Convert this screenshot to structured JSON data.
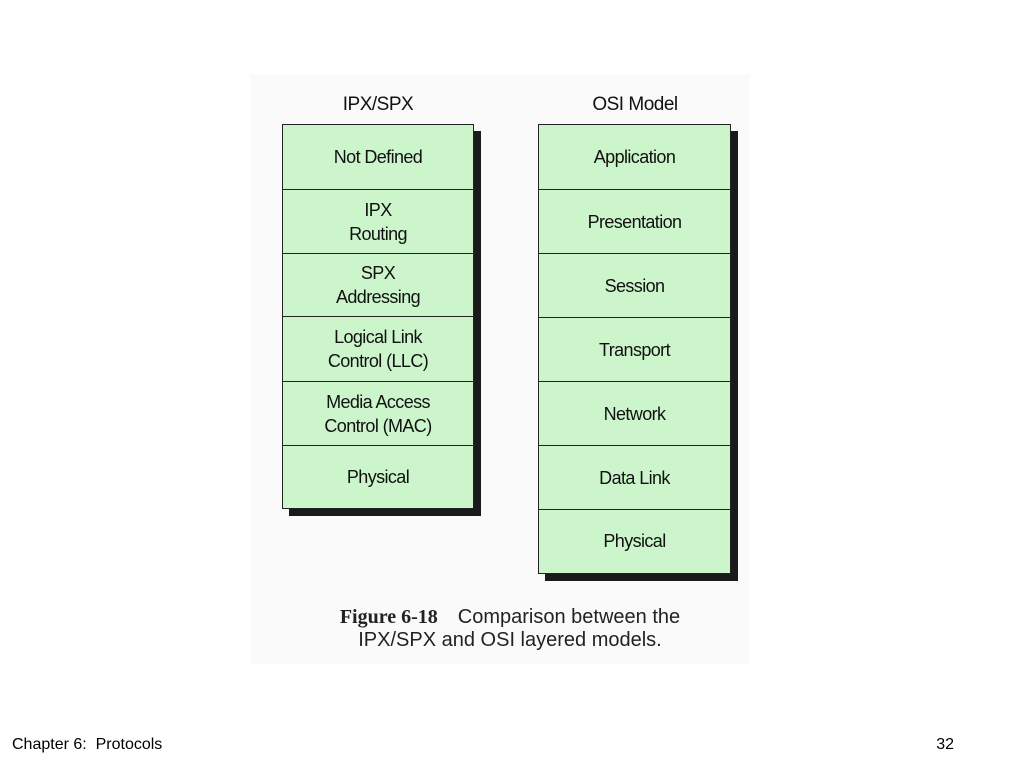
{
  "diagram": {
    "ipx": {
      "title": "IPX/SPX",
      "layers": [
        "Not Defined",
        "IPX\nRouting",
        "SPX\nAddressing",
        "Logical Link\nControl (LLC)",
        "Media Access\nControl (MAC)",
        "Physical"
      ]
    },
    "osi": {
      "title": "OSI Model",
      "layers": [
        "Application",
        "Presentation",
        "Session",
        "Transport",
        "Network",
        "Data Link",
        "Physical"
      ]
    },
    "caption": {
      "label": "Figure 6-18",
      "line1": "Comparison between the",
      "line2": "IPX/SPX and OSI layered models."
    },
    "colors": {
      "layer_fill": "#ccf5cc",
      "border": "#222222",
      "shadow": "#1a1a1a"
    }
  },
  "footer": {
    "chapter": "Chapter 6:  Protocols",
    "page_number": "32"
  }
}
